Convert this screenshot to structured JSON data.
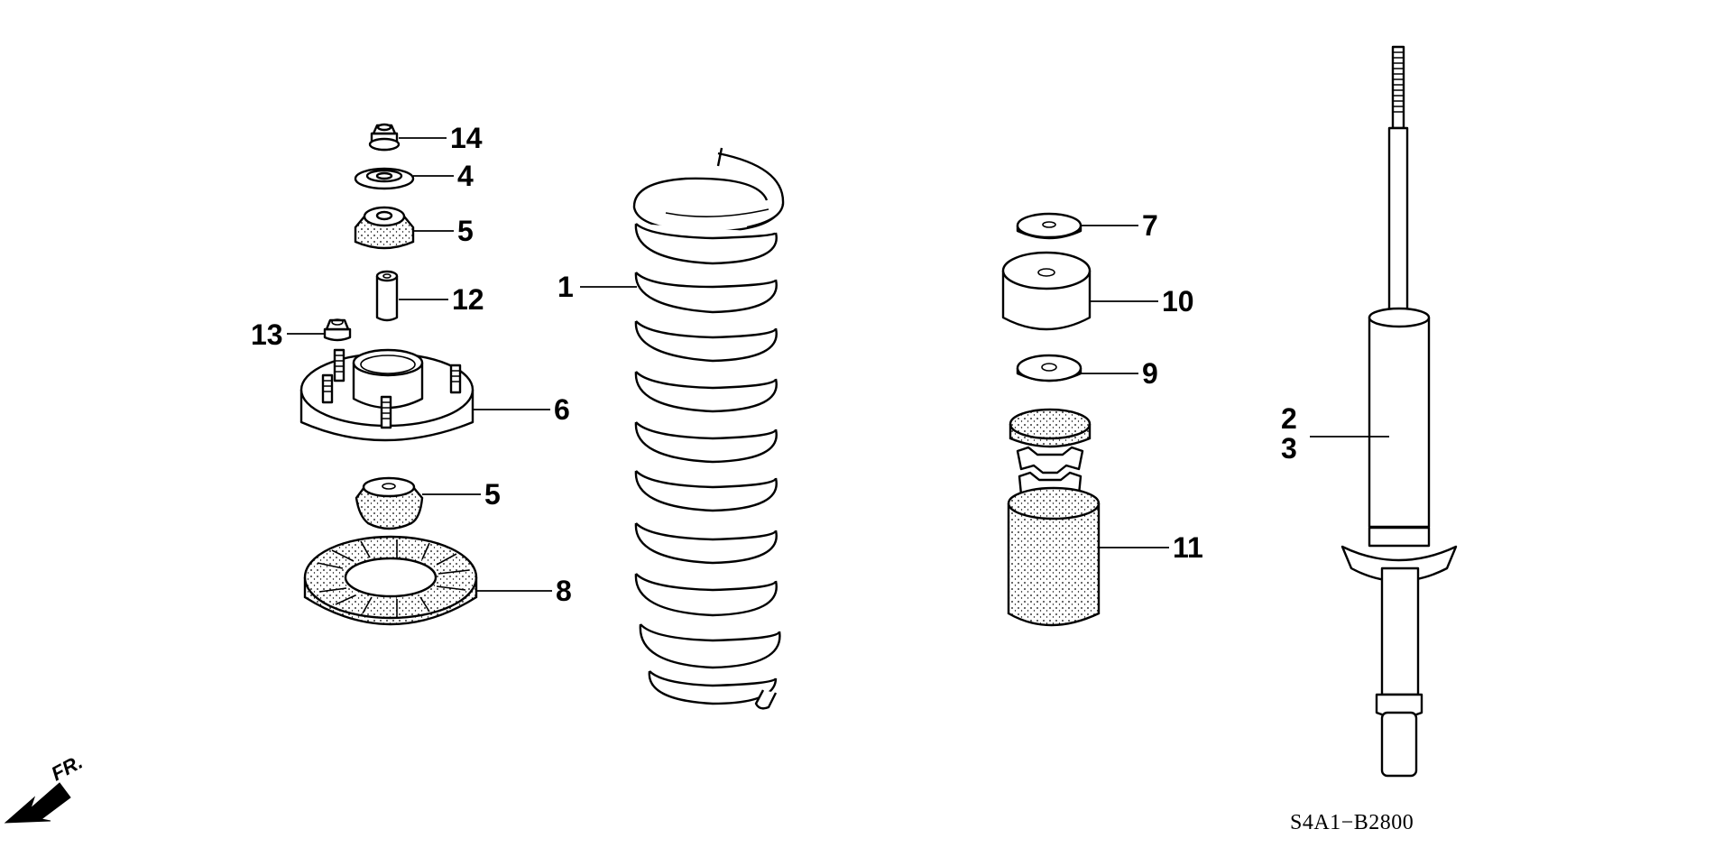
{
  "diagram": {
    "drawing_code": "S4A1−B2800",
    "direction_label": "FR.",
    "callouts": [
      {
        "id": "c14",
        "label": "14"
      },
      {
        "id": "c4",
        "label": "4"
      },
      {
        "id": "c5a",
        "label": "5"
      },
      {
        "id": "c12",
        "label": "12"
      },
      {
        "id": "c13",
        "label": "13"
      },
      {
        "id": "c6",
        "label": "6"
      },
      {
        "id": "c5b",
        "label": "5"
      },
      {
        "id": "c8",
        "label": "8"
      },
      {
        "id": "c1",
        "label": "1"
      },
      {
        "id": "c7",
        "label": "7"
      },
      {
        "id": "c10",
        "label": "10"
      },
      {
        "id": "c9",
        "label": "9"
      },
      {
        "id": "c11",
        "label": "11"
      },
      {
        "id": "c2",
        "label": "2"
      },
      {
        "id": "c3",
        "label": "3"
      }
    ]
  }
}
